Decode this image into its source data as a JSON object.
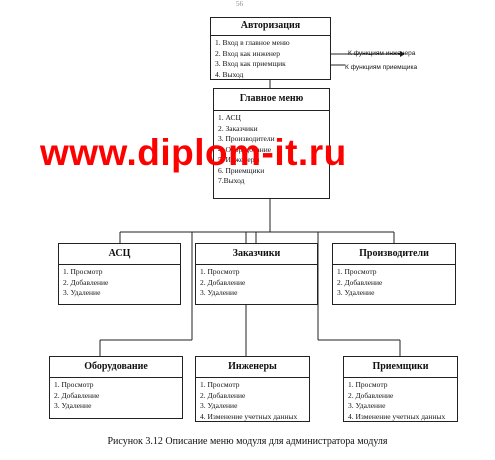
{
  "page_number": "56",
  "watermark": "www.diplom-it.ru",
  "caption": "Рисунок 3.12  Описание меню модуля для администратора модуля",
  "auth": {
    "title": "Авторизация",
    "items": [
      "1. Вход в главное меню",
      "2. Вход как инженер",
      "3. Вход как приемщик",
      "4. Выход"
    ]
  },
  "notes": {
    "engineer": "К функциям инженера",
    "receiver": "К функциям приемщика"
  },
  "main_menu": {
    "title": "Главное меню",
    "items": [
      "1. АСЦ",
      "2. Заказчики",
      "3. Производители",
      "4. Оборудование",
      "5. Инженеры",
      "6. Приемщики",
      "7.Выход"
    ]
  },
  "asc": {
    "title": "АСЦ",
    "items": [
      "1. Просмотр",
      "2. Добавление",
      "3. Удаление"
    ]
  },
  "customers": {
    "title": "Заказчики",
    "items": [
      "1. Просмотр",
      "2. Добавление",
      "3. Удаление"
    ]
  },
  "producers": {
    "title": "Производители",
    "items": [
      "1. Просмотр",
      "2. Добавление",
      "3. Удаление"
    ]
  },
  "equipment": {
    "title": "Оборудование",
    "items": [
      "1. Просмотр",
      "2. Добавление",
      "3. Удаление"
    ]
  },
  "engineers": {
    "title": "Инженеры",
    "items": [
      "1. Просмотр",
      "2. Добавление",
      "3. Удаление",
      "4. Изменение учетных данных"
    ]
  },
  "receivers": {
    "title": "Приемщики",
    "items": [
      "1. Просмотр",
      "2. Добавление",
      "3. Удаление",
      "4. Изменение учетных данных"
    ]
  }
}
